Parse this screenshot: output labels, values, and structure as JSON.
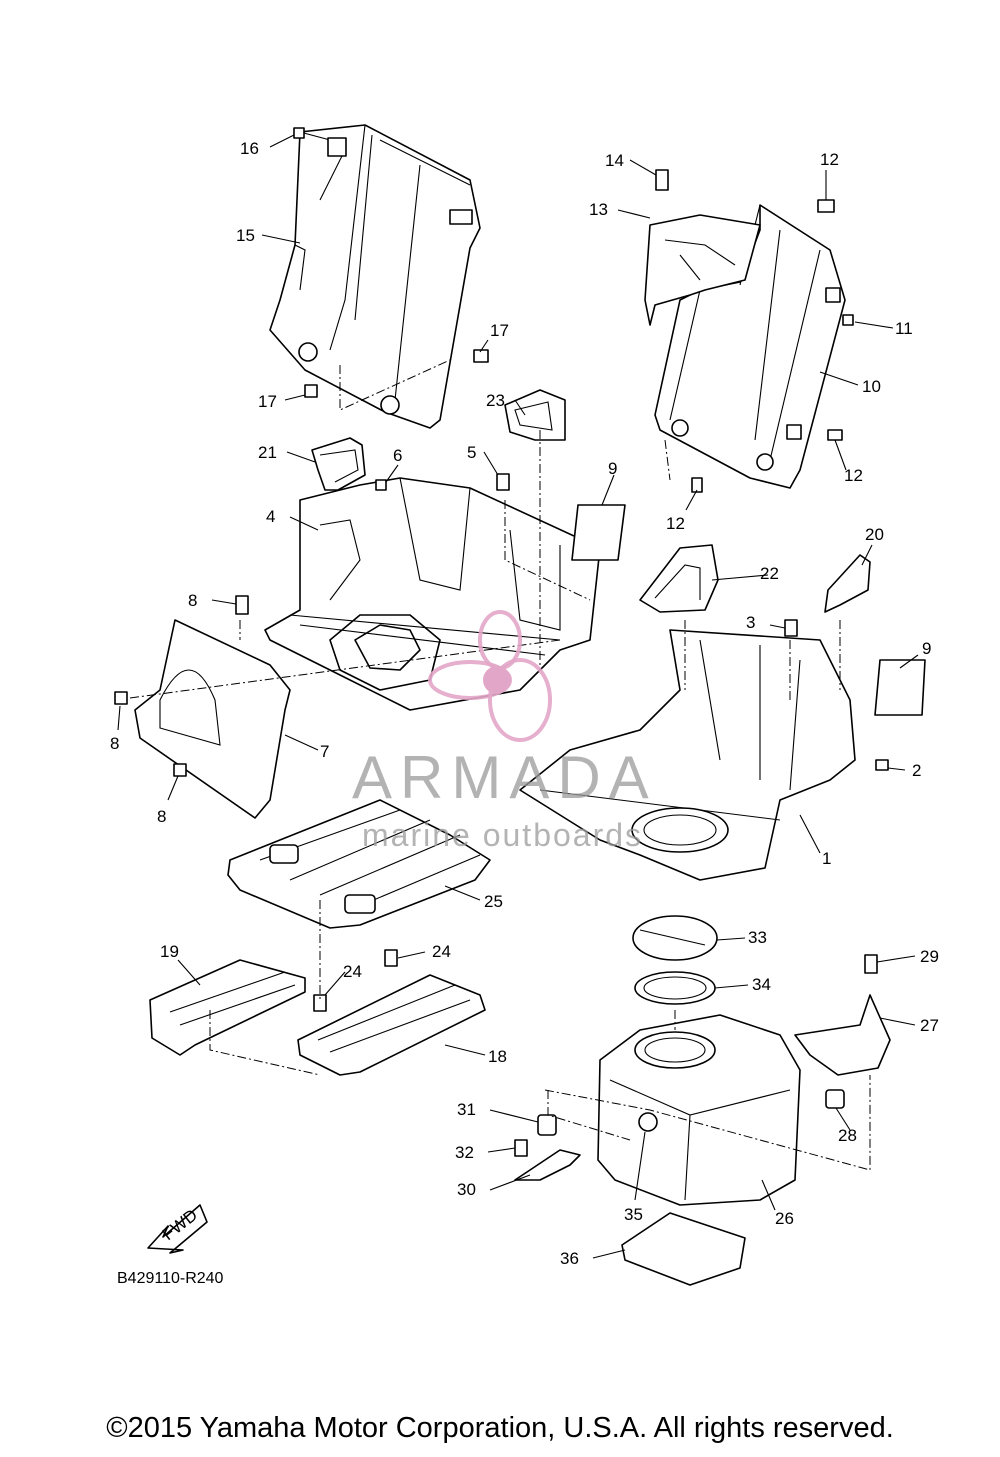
{
  "diagram": {
    "reference_code": "B429110-R240",
    "copyright": "©2015 Yamaha Motor Corporation, U.S.A. All rights reserved.",
    "fwd_label": "FWD",
    "watermark": {
      "brand": "ARMADA",
      "tagline": "marine outboards",
      "brand_color": "#9a9a9a",
      "logo_color": "#e2a6c8"
    },
    "callouts": {
      "c1": "1",
      "c2": "2",
      "c3": "3",
      "c4": "4",
      "c5": "5",
      "c6": "6",
      "c7": "7",
      "c8a": "8",
      "c8b": "8",
      "c8c": "8",
      "c9a": "9",
      "c9b": "9",
      "c10": "10",
      "c11": "11",
      "c12a": "12",
      "c12b": "12",
      "c12c": "12",
      "c13": "13",
      "c14": "14",
      "c15": "15",
      "c16": "16",
      "c17a": "17",
      "c17b": "17",
      "c18": "18",
      "c19": "19",
      "c20": "20",
      "c21": "21",
      "c22": "22",
      "c23": "23",
      "c24a": "24",
      "c24b": "24",
      "c25": "25",
      "c26": "26",
      "c27": "27",
      "c28": "28",
      "c29": "29",
      "c30": "30",
      "c31": "31",
      "c32": "32",
      "c33": "33",
      "c34": "34",
      "c35": "35",
      "c36": "36"
    }
  }
}
